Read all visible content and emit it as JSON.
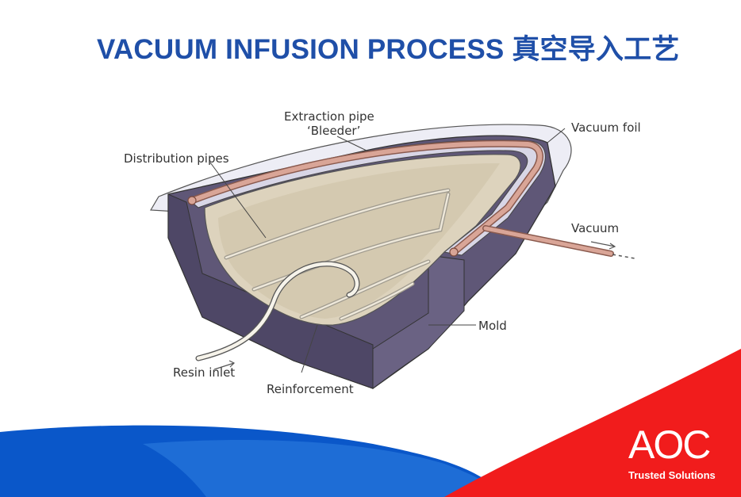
{
  "title": "VACUUM INFUSION PROCESS 真空导入工艺",
  "labels": {
    "extraction_line1": "Extraction pipe",
    "extraction_line2": "‘Bleeder’",
    "vacuum_foil": "Vacuum foil",
    "distribution": "Distribution pipes",
    "vacuum": "Vacuum",
    "mold": "Mold",
    "resin_inlet": "Resin inlet",
    "reinforcement": "Reinforcement"
  },
  "logo": {
    "name": "AOC",
    "tagline": "Trusted Solutions"
  },
  "colors": {
    "title": "#1f4fa8",
    "mold": "#5f5777",
    "liner": "#ddd3bd",
    "pipe": "#d9a597",
    "wave_blue": "#0a57c9",
    "wave_red": "#f11c1c"
  }
}
